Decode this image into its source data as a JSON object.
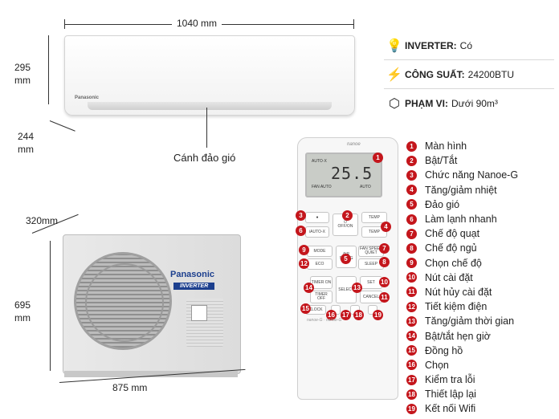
{
  "dimensions": {
    "indoor_width": "1040 mm",
    "indoor_height_value": "295",
    "indoor_height_unit": "mm",
    "indoor_depth_value": "244",
    "indoor_depth_unit": "mm",
    "louver_label": "Cánh đảo gió",
    "outdoor_depth": "320mm",
    "outdoor_height_value": "695",
    "outdoor_height_unit": "mm",
    "outdoor_width": "875 mm"
  },
  "units": {
    "indoor_brand": "Panasonic",
    "outdoor_brand": "Panasonic",
    "outdoor_series": "INVERTER"
  },
  "specs": [
    {
      "label": "INVERTER:",
      "value": "Có",
      "icon": "bulb-icon"
    },
    {
      "label": "CÔNG SUẤT:",
      "value": "24200BTU",
      "icon": "power-icon"
    },
    {
      "label": "PHẠM VI:",
      "value": "Dưới 90m³",
      "icon": "box-icon"
    }
  ],
  "remote": {
    "lcd_temp": "25.5",
    "lcd_mode": "AUTO·X",
    "lcd_fan": "FAN AUTO",
    "lcd_auto": "AUTO",
    "buttons": {
      "offon": "OFF/ON",
      "temp_up": "TEMP",
      "temp_down": "TEMP",
      "autox": "iAUTO-X",
      "mode": "MODE",
      "airswing": "AIR SWING",
      "fanspeed": "FAN SPEED QUIET",
      "eco": "ECO",
      "sleep": "SLEEP",
      "timer_on": "TIMER ON",
      "timer_off": "TIMER OFF",
      "select": "SELECT",
      "set": "SET",
      "cancel": "CANCEL",
      "clock": "CLOCK"
    }
  },
  "legend": [
    {
      "num": "1",
      "text": "Màn hình"
    },
    {
      "num": "2",
      "text": "Bật/Tắt"
    },
    {
      "num": "3",
      "text": "Chức năng Nanoe-G"
    },
    {
      "num": "4",
      "text": "Tăng/giảm nhiệt"
    },
    {
      "num": "5",
      "text": "Đảo gió"
    },
    {
      "num": "6",
      "text": "Làm lạnh nhanh"
    },
    {
      "num": "7",
      "text": "Chế độ quạt"
    },
    {
      "num": "8",
      "text": "Chế độ ngủ"
    },
    {
      "num": "9",
      "text": "Chọn chế độ"
    },
    {
      "num": "10",
      "text": "Nút cài đặt"
    },
    {
      "num": "11",
      "text": "Nút hủy cài đặt"
    },
    {
      "num": "12",
      "text": "Tiết kiệm điện"
    },
    {
      "num": "13",
      "text": "Tăng/giảm thời gian"
    },
    {
      "num": "14",
      "text": "Bật/tắt hẹn giờ"
    },
    {
      "num": "15",
      "text": "Đồng hồ"
    },
    {
      "num": "16",
      "text": "Chọn"
    },
    {
      "num": "17",
      "text": "Kiểm tra lỗi"
    },
    {
      "num": "18",
      "text": "Thiết lập lại"
    },
    {
      "num": "19",
      "text": "Kết nối Wifi"
    }
  ]
}
